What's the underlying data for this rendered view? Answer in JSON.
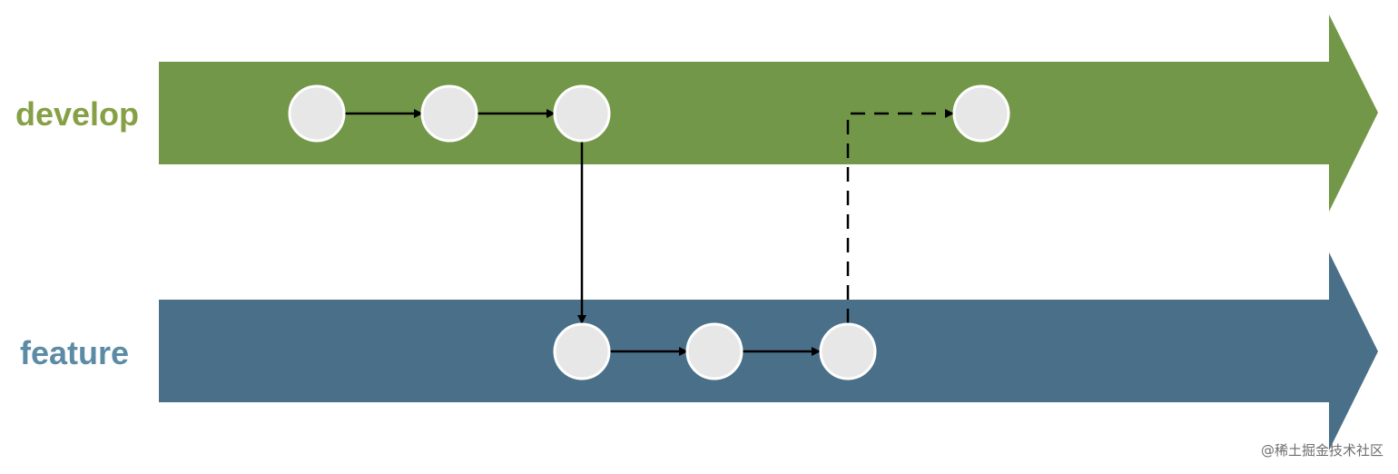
{
  "branches": {
    "develop": {
      "label": "develop",
      "color": "#729748",
      "label_color": "#86A045"
    },
    "feature": {
      "label": "feature",
      "color": "#4A7089",
      "label_color": "#5C8BA5"
    }
  },
  "commit_style": {
    "fill": "#E7E7E7",
    "stroke": "#FFFFFF"
  },
  "commits": {
    "develop": [
      "d1",
      "d2",
      "d3",
      "d4"
    ],
    "feature": [
      "f1",
      "f2",
      "f3"
    ]
  },
  "edges": [
    {
      "from": "d1",
      "to": "d2",
      "style": "solid"
    },
    {
      "from": "d2",
      "to": "d3",
      "style": "solid"
    },
    {
      "from": "d3",
      "to": "f1",
      "style": "solid"
    },
    {
      "from": "f1",
      "to": "f2",
      "style": "solid"
    },
    {
      "from": "f2",
      "to": "f3",
      "style": "solid"
    },
    {
      "from": "f3",
      "to": "d4",
      "style": "dashed"
    }
  ],
  "watermark": "@稀土掘金技术社区"
}
